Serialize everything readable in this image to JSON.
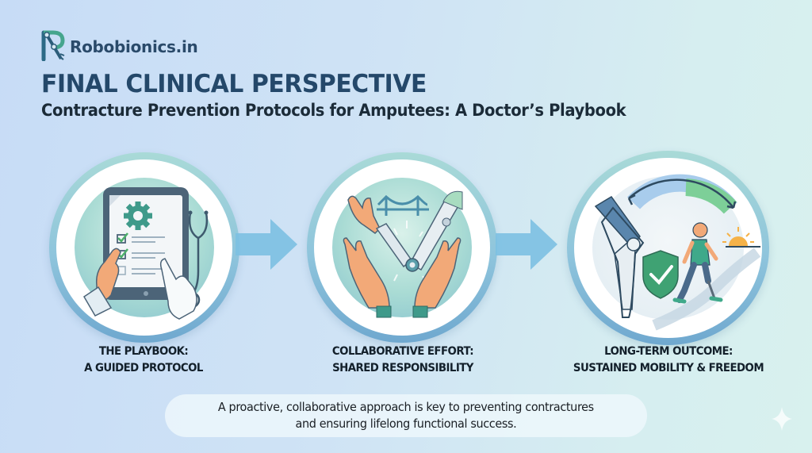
{
  "brand": {
    "name": "Robobionics.in",
    "logo_icon": "robotic-arm-r-logo",
    "colors": {
      "teal": "#3e9a86",
      "navy": "#2a4a6a"
    }
  },
  "header": {
    "title": "FINAL CLINICAL PERSPECTIVE",
    "subtitle": "Contracture Prevention Protocols for Amputees: A Doctor’s Playbook"
  },
  "steps": [
    {
      "icon": "tablet-checklist-stethoscope-icon",
      "label_line1": "THE PLAYBOOK:",
      "label_line2": "A GUIDED PROTOCOL"
    },
    {
      "icon": "hands-prosthetic-arm-bridge-icon",
      "label_line1": "COLLABORATIVE EFFORT:",
      "label_line2": "SHARED RESPONSIBILITY"
    },
    {
      "icon": "knee-shield-walking-amputee-sunrise-icon",
      "label_line1": "LONG-TERM OUTCOME:",
      "label_line2": "SUSTAINED MOBILITY & FREEDOM"
    }
  ],
  "connectors": [
    {
      "icon": "arrow-right-icon"
    },
    {
      "icon": "arrow-right-icon"
    }
  ],
  "footer": {
    "line1": "A proactive, collaborative approach is key to preventing contractures",
    "line2": "and ensuring lifelong functional success."
  },
  "colors": {
    "arrow": "#7cc0e2",
    "ring": "#8ec4dc",
    "title": "#24486a",
    "check_green": "#4caf6a"
  }
}
